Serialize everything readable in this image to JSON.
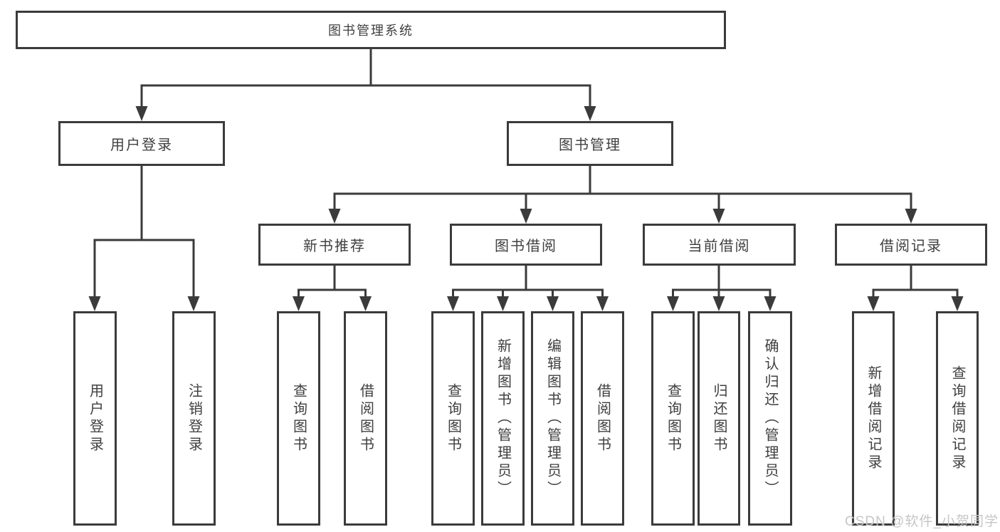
{
  "diagram": {
    "root": {
      "label": "图书管理系统"
    },
    "level2": [
      {
        "label": "用户登录"
      },
      {
        "label": "图书管理"
      }
    ],
    "level3": [
      {
        "label": "新书推荐"
      },
      {
        "label": "图书借阅"
      },
      {
        "label": "当前借阅"
      },
      {
        "label": "借阅记录"
      }
    ],
    "leaves": {
      "user_login": [
        "用户登录",
        "注销登录"
      ],
      "new_book": [
        "查询图书",
        "借阅图书"
      ],
      "book_borrow": [
        "查询图书",
        "新增图书（管理员）",
        "编辑图书（管理员）",
        "借阅图书"
      ],
      "current_borrow": [
        "查询图书",
        "归还图书",
        "确认归还（管理员）"
      ],
      "borrow_record": [
        "新增借阅记录",
        "查询借阅记录"
      ]
    },
    "watermark": "CSDN @软件_小贺同学",
    "colors": {
      "line": "#3b3b3b",
      "text": "#3f3f3f",
      "watermark": "#c6c6c6",
      "background": "#ffffff"
    }
  }
}
